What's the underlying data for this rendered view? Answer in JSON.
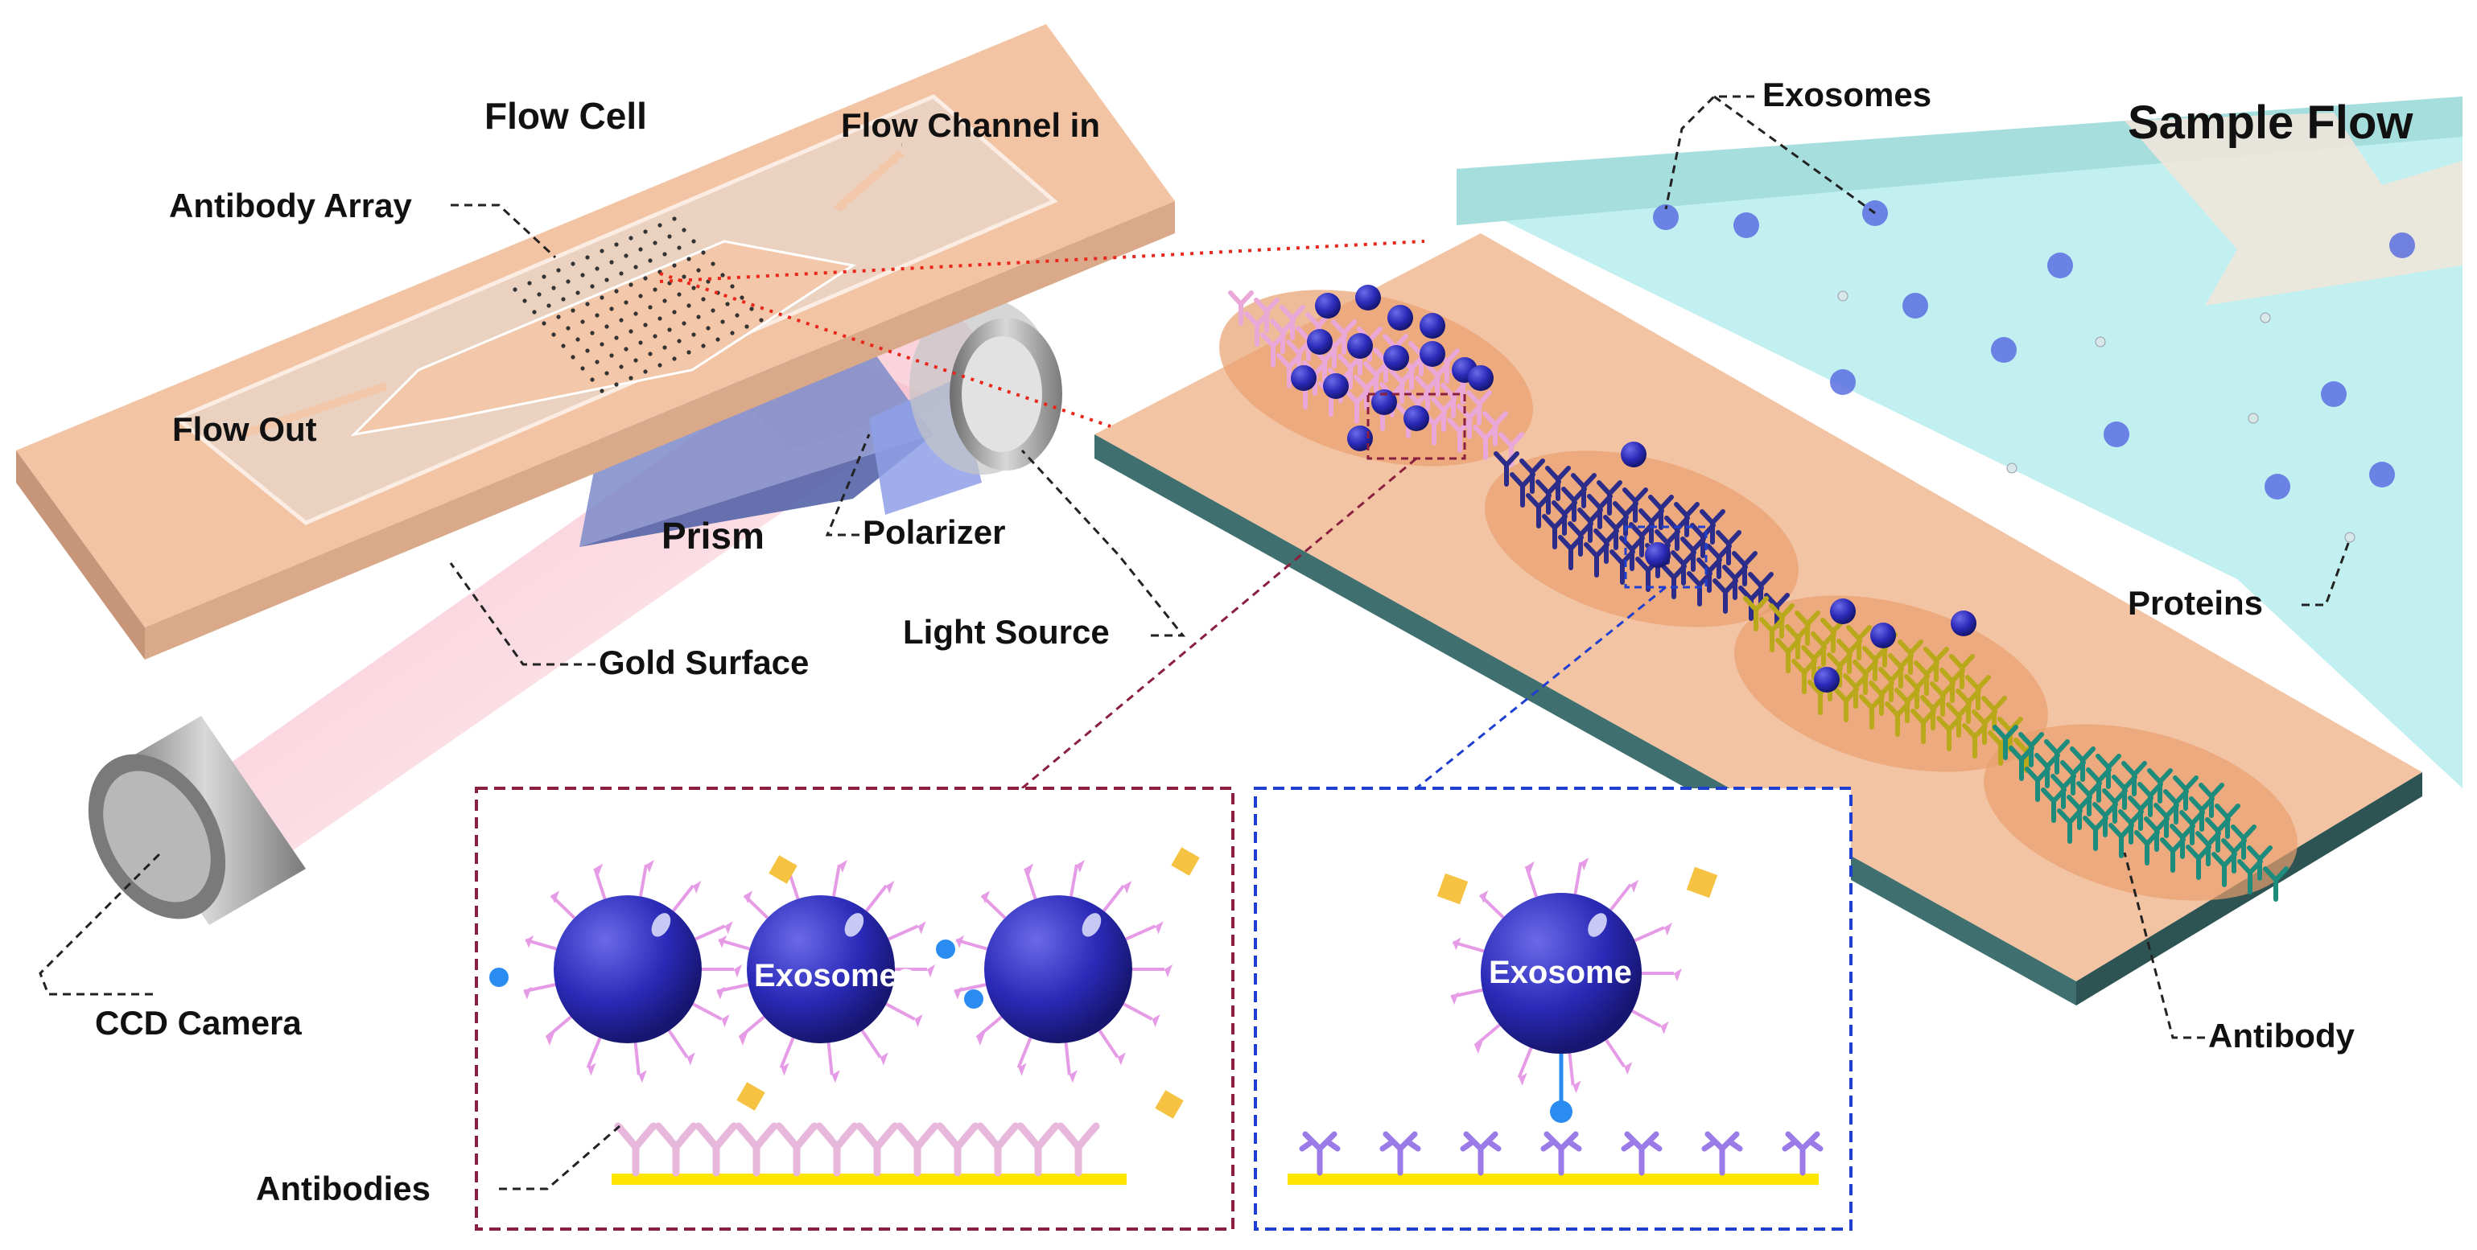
{
  "labels": {
    "flow_cell": "Flow Cell",
    "flow_channel_in": "Flow Channel in",
    "antibody_array": "Antibody Array",
    "flow_out": "Flow Out",
    "prism": "Prism",
    "polarizer": "Polarizer",
    "light_source": "Light Source",
    "gold_surface": "Gold Surface",
    "ccd_camera": "CCD Camera",
    "exosomes_top": "Exosomes",
    "sample_flow": "Sample Flow",
    "proteins": "Proteins",
    "antibody": "Antibody",
    "antibodies": "Antibodies",
    "exosomes_inset": "Exosomes",
    "exosome_inset": "Exosome"
  },
  "colors": {
    "slide": "#f3c4a4",
    "chip_edge": "#3f6f6f",
    "exosome": "#2a2ab8",
    "sample_flow": "#bfeff0",
    "inset_left_border": "#8a1f3f",
    "inset_right_border": "#1f3fd0",
    "gold_line": "#ffe600",
    "antibody_pink": "#e9a8d8",
    "antibody_navy": "#2c2c8a",
    "antibody_olive": "#b8a81a",
    "antibody_teal": "#1e8c7c",
    "antibody_violet": "#9a7be8",
    "marker_yellow": "#f5c242",
    "marker_blue": "#2a8cf0"
  }
}
